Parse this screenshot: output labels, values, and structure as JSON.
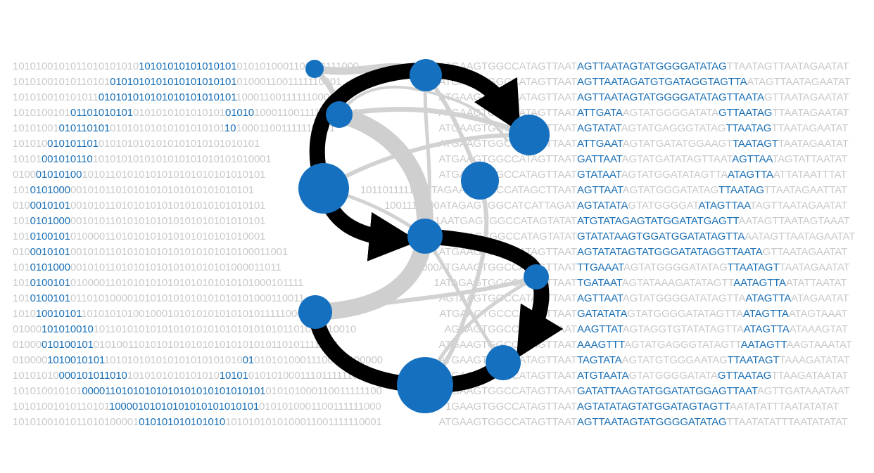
{
  "colors": {
    "background": "#ffffff",
    "text_gray": "#c9c9c9",
    "text_blue": "#1a6fb5",
    "node_blue": "#1570bf",
    "arrow_black": "#000000",
    "strand_gray": "#d0d0d0"
  },
  "logo": {
    "icon": "s-arrow-network-logo"
  },
  "lines": [
    {
      "bin_pre": "1010100101011010101010",
      "bin_hl": "10101010101010101",
      "bin_post": "0101010001100111111000",
      "dna_pre": "1ATGAAGTGGCCATAGTTAAT",
      "dna_hl": "AGTTAATAGTATGGGGATATAG",
      "dna_post": "TTAATAGTTAATAGAATAT"
    },
    {
      "bin_pre": "10101001010110101",
      "bin_hl": "0101010101010101010101",
      "bin_post": "0100011001111110001",
      "dna_pre": "ATGAAGTGGCCATAGTTAAT",
      "dna_hl": "AGTTAATAGATGTGATAGGTAGTTA",
      "dna_post": "ATAGTTAATAGAATAT"
    },
    {
      "bin_pre": "101010010101011",
      "bin_hl": "010101010101010101010101",
      "bin_post": "1000110011111100011",
      "dna_pre": "ATGAAGTGGCCATAGTTAAT",
      "dna_hl": "AGTTAATAGTATGGGGATATAGTTAATA",
      "dna_post": "GTTAATAGAATAT"
    },
    {
      "bin_pre": "1010100101",
      "bin_hl": "01101010101",
      "bin_post": "0101010101010101",
      "bin_hl2": "01010",
      "bin_post2": "10001100111111000101",
      "dna_pre": "ATGAAGTGGCCATAGTTAAT",
      "dna_hl": "ATTGATA",
      "dna_post": "AGTATGGGGATATA",
      "dna_hl2": "GTTAATAG",
      "dna_post2": "TTAATAGAATAT"
    },
    {
      "bin_pre": "10101001",
      "bin_hl": "010110101",
      "bin_post": "01010101010101010101",
      "bin_hl2": "10",
      "bin_post2": "100011001111110001",
      "dna_pre": "ATGAAGTGGCCATAGTTAAT",
      "dna_hl": "AGTATAT",
      "dna_post": "AGTATGAGGGTATAG",
      "dna_hl2": "TTAATAG",
      "dna_post2": "TTAATAGAATAT"
    },
    {
      "bin_pre": "101010",
      "bin_hl": "010101101",
      "bin_post": "0101010101010101010101010101",
      "dna_pre": "ATGAAGTGGCCATAGTTAAT",
      "dna_hl": "ATTGAAT",
      "dna_post": "AGTATGATATGGAAGT",
      "dna_hl2": "TAATAGT",
      "dna_post2": "TAATAGAATAT"
    },
    {
      "bin_pre": "10101",
      "bin_hl": "001010110",
      "bin_post": "1010101010101010101010101010001",
      "dna_pre": "ATGAAGTGGCCATAGTTAAT",
      "dna_hl": "GATTAAT",
      "dna_post": "AGTATGATATAGTTAAT",
      "dna_hl2": "AGTTAA",
      "dna_post2": "TAGTATTAATAT"
    },
    {
      "bin_pre": "0100",
      "bin_hl": "01010100",
      "bin_post": "10101101010101010101010101010101",
      "dna_pre": "ATGAAGTGGCCATAGTTAAT",
      "dna_hl": "GTATAAT",
      "dna_post": "AGTATGGATATAGTTA",
      "dna_hl2": "ATAGTTA",
      "dna_post2": "ATTATAATTTAT"
    },
    {
      "bin_pre": "101",
      "bin_hl": "0101000",
      "bin_post": "00101011010101010101010101010101",
      "dna_pre": "1011011111001TAGAAGTGGCCATAGCTTAAT",
      "dna_hl": "AGTTAAT",
      "dna_post": "AGTATGGGATATAG",
      "dna_hl2": "TTAATAG",
      "dna_post2": "TTAATAGAATTAT"
    },
    {
      "bin_pre": "010",
      "bin_hl": "0010101",
      "bin_post": "0010101101010101010101010101010101",
      "dna_pre": "1001111000ATAGAGTGGCATCATTAGAT",
      "dna_hl": "AGTATATA",
      "dna_post": "GTATGGGGAT",
      "dna_hl2": "ATAGTTAA",
      "dna_post2": "TAGTTAATAGAATAT"
    },
    {
      "bin_pre": "101",
      "bin_hl": "0101000",
      "bin_post": "0010101101010101010101010101010101",
      "dna_pre": "0011AATGAGTGGCCATAGTATAT",
      "dna_hl": "ATGTATAGAGTATGGATATGAGTT",
      "dna_post": "AATAGTTAATAGTAAAT"
    },
    {
      "bin_pre": "101",
      "bin_hl": "0100101",
      "bin_post": "0100001101010101010101010101010001",
      "dna_pre": "1ATGAAGTGGCCATAGTATAT",
      "dna_hl": "GTATATAAGTGGATGGATATAGTTA",
      "dna_post": "AATAGTTAATAGAATAT"
    },
    {
      "bin_pre": "010",
      "bin_hl": "0010101",
      "bin_post": "00101011010101010101010101010100011001",
      "dna_pre": "1ATGAAGTGGCCATAGTTAAT",
      "dna_hl": "AGTATATAGTATGGGATATAGGTTAATA",
      "dna_post": "GTTAATAGAATAT"
    },
    {
      "bin_pre": "101",
      "bin_hl": "0101000",
      "bin_post": "0010101101010101010101010101000011011",
      "dna_pre": "11000ATGAAGTGGCCATAGTTAAT",
      "dna_hl": "TTGAAAT",
      "dna_post": "AGTATGGGGATATAG",
      "dna_hl2": "TTAATAGT",
      "dna_post2": "TAATAGAATAT"
    },
    {
      "bin_pre": "101",
      "bin_hl": "0100101",
      "bin_post": "01000011010101010101010101010101000101111",
      "dna_pre": "1ATAGAGTGGCCATAGTTAAT",
      "dna_hl": "TGATAAT",
      "dna_post": "AGTATAAAGATATAGTT",
      "dna_hl2": "AATAGTTA",
      "dna_post2": "ATATTAATAT"
    },
    {
      "bin_pre": "101",
      "bin_hl": "0100101",
      "bin_post": "01101010000101010101010101010101000110011",
      "dna_pre": "AGTAAGTGGCCATAGTTAAT",
      "dna_hl": "AGTTAAT",
      "dna_post": "AGTATGGGGATATAGTTA",
      "dna_hl2": "ATAGTTA",
      "dna_post2": "ATAGAATAT"
    },
    {
      "bin_pre": "1010",
      "bin_hl": "10010101",
      "bin_post": "101010101001000101010101010101011111000",
      "dna_pre": "ATGAAGTGCCCATAGTTAAT",
      "dna_hl": "GATATATA",
      "dna_post": "GTATGGGGATATAGTTA",
      "dna_hl2": "ATAGTTA",
      "dna_post2": "ATAGTAAAT"
    },
    {
      "bin_pre": "01000",
      "bin_hl": "101010010",
      "bin_post": "1011010101010101010101010101010101101010110010",
      "dna_pre": "AGAAGTGGCCATAGTTAAT",
      "dna_hl": "AAGTTAT",
      "dna_post": "AGTAGGTGTATATAGTTA",
      "dna_hl2": "ATAGTTA",
      "dna_post2": "ATAAAGTAT"
    },
    {
      "bin_pre": "01000",
      "bin_hl": "010100101",
      "bin_post": "0101001101010101010101010101010110101111000",
      "dna_pre": "ATGAAGTGGCCATAGTTAAT",
      "dna_hl": "AAAGTTT",
      "dna_post": "AGTATGAGGGTATAGTT",
      "dna_hl2": "AATAGTT",
      "dna_post2": "AAGTAAATAT"
    },
    {
      "bin_pre": "010000",
      "bin_hl": "1010010101",
      "bin_post": "101010101010101010101010",
      "bin_hl2": "01",
      "bin_post2": "01010100011100111100000",
      "dna_pre": "ATGAAGTGGCCATAGTTAAT",
      "dna_hl": "TAGTATA",
      "dna_post": "AGTATGTGGGAATAG",
      "dna_hl2": "TTAATAGT",
      "dna_post2": "TAAAGATATAT"
    },
    {
      "bin_pre": "10101010",
      "bin_hl": "000101011010",
      "bin_post": "1010101010101010",
      "bin_hl2": "10101",
      "bin_post2": "0101010001110111111000",
      "dna_pre": "1ATGAAGTGGCCATAGTTAAT",
      "dna_hl": "ATGTAATA",
      "dna_post": "GTATGGGGATATA",
      "dna_hl2": "GTTAATAG",
      "dna_post2": "TTAAGATAATAT"
    },
    {
      "bin_pre": "101010010101",
      "bin_hl": "00001101010101010101010101010101",
      "bin_post": "010101000110011111100",
      "dna_pre": "1ATGAAGTGGCCATAGTTAAT",
      "dna_hl": "GATATTAAGTATGGATATGGAGTTAAT",
      "dna_post": "AGTTGATAAATAAT"
    },
    {
      "bin_pre": "10101001010110101",
      "bin_hl": "10000101010101010101010101",
      "bin_post": "0101010001100111111000",
      "dna_pre": "1GAAGTGGCCATAGTTAAT",
      "dna_hl": "AGTATATAGTATGGATAGTAGTT",
      "dna_post": "AATATATTTAATATATAT"
    },
    {
      "bin_pre": "1010100101011010100001",
      "bin_hl": "010101010101010",
      "bin_post": "1010101010100011001111110001",
      "dna_pre": "ATGAAGTGGCCATAGTTAAT",
      "dna_hl": "AGTTAATAGTATGGGGATATAG",
      "dna_post": "TTAATATATTTAATATATAT"
    }
  ]
}
